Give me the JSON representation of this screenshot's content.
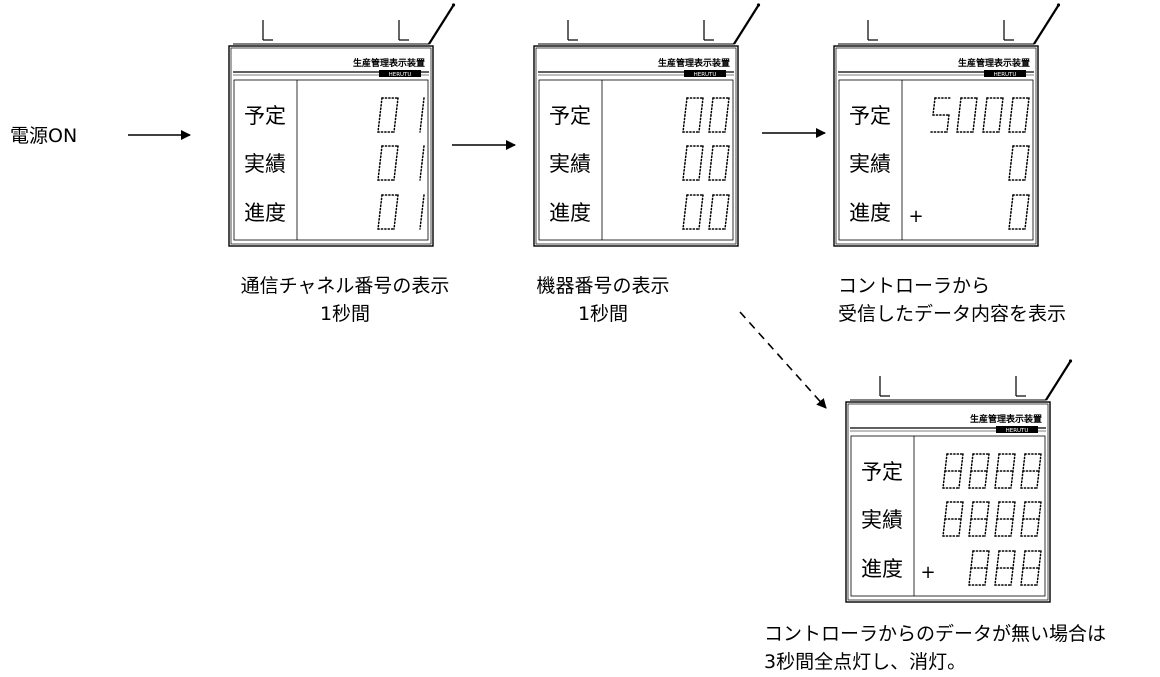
{
  "start_label": "電源ON",
  "header_title": "生産管理表示装置",
  "header_brand": "HERUTU",
  "boards": [
    {
      "name": "board-channel",
      "rows": [
        {
          "label": "予定",
          "sign": "",
          "digits": "01"
        },
        {
          "label": "実績",
          "sign": "",
          "digits": "01"
        },
        {
          "label": "進度",
          "sign": "",
          "digits": "01"
        }
      ],
      "caption": "通信チャネル番号の表示\n1秒間"
    },
    {
      "name": "board-device",
      "rows": [
        {
          "label": "予定",
          "sign": "",
          "digits": "00"
        },
        {
          "label": "実績",
          "sign": "",
          "digits": "00"
        },
        {
          "label": "進度",
          "sign": "",
          "digits": "00"
        }
      ],
      "caption": "機器番号の表示\n1秒間"
    },
    {
      "name": "board-data",
      "rows": [
        {
          "label": "予定",
          "sign": "",
          "digits": "5000"
        },
        {
          "label": "実績",
          "sign": "",
          "digits": "0"
        },
        {
          "label": "進度",
          "sign": "+",
          "digits": "0"
        }
      ],
      "caption": "コントローラから\n受信したデータ内容を表示"
    },
    {
      "name": "board-all-on",
      "rows": [
        {
          "label": "予定",
          "sign": "",
          "digits": "8888"
        },
        {
          "label": "実績",
          "sign": "",
          "digits": "8888"
        },
        {
          "label": "進度",
          "sign": "+",
          "digits": "888"
        }
      ],
      "caption": "コントローラからのデータが無い場合は\n3秒間全点灯し、消灯。"
    }
  ]
}
